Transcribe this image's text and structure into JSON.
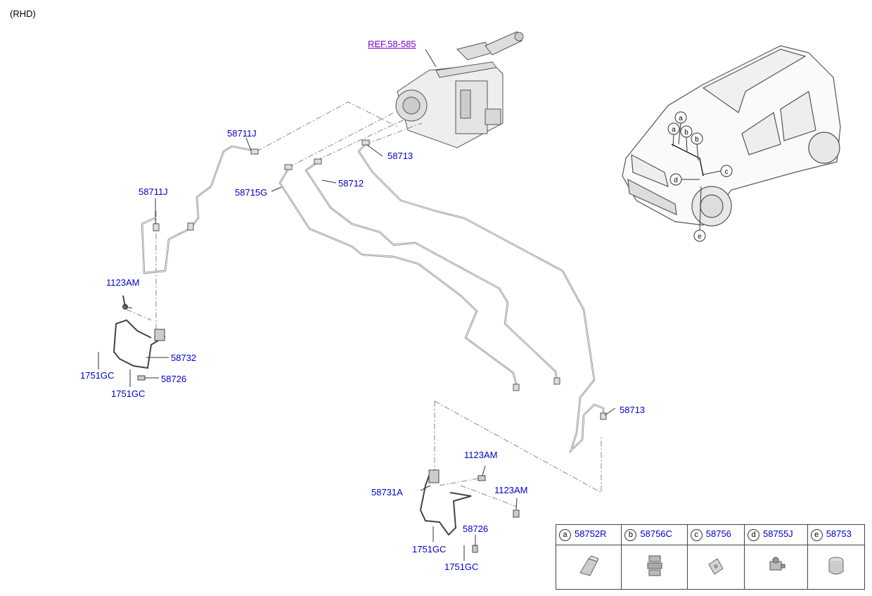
{
  "header": {
    "variant": "(RHD)"
  },
  "ref_label": "REF.58-585",
  "part_labels": {
    "p58711J_top": "58711J",
    "p58711J_left": "58711J",
    "p58713_top": "58713",
    "p58712": "58712",
    "p58715G": "58715G",
    "p1123AM_left": "1123AM",
    "p58732": "58732",
    "p1751GC_a": "1751GC",
    "p58726_left": "58726",
    "p1751GC_b": "1751GC",
    "p58713_right": "58713",
    "p1123AM_r1": "1123AM",
    "p58731A": "58731A",
    "p1123AM_r2": "1123AM",
    "p58726_right": "58726",
    "p1751GC_c": "1751GC",
    "p1751GC_d": "1751GC"
  },
  "car_callouts": [
    "a",
    "a",
    "b",
    "b",
    "c",
    "d",
    "e"
  ],
  "legend": [
    {
      "letter": "a",
      "part": "58752R",
      "icon": "clip-a-icon"
    },
    {
      "letter": "b",
      "part": "58756C",
      "icon": "clip-b-icon"
    },
    {
      "letter": "c",
      "part": "58756",
      "icon": "clip-c-icon"
    },
    {
      "letter": "d",
      "part": "58755J",
      "icon": "clip-d-icon"
    },
    {
      "letter": "e",
      "part": "58753",
      "icon": "clip-e-icon"
    }
  ],
  "colors": {
    "label": "#0000cc",
    "ref": "#7a00cc",
    "line": "#666666"
  }
}
